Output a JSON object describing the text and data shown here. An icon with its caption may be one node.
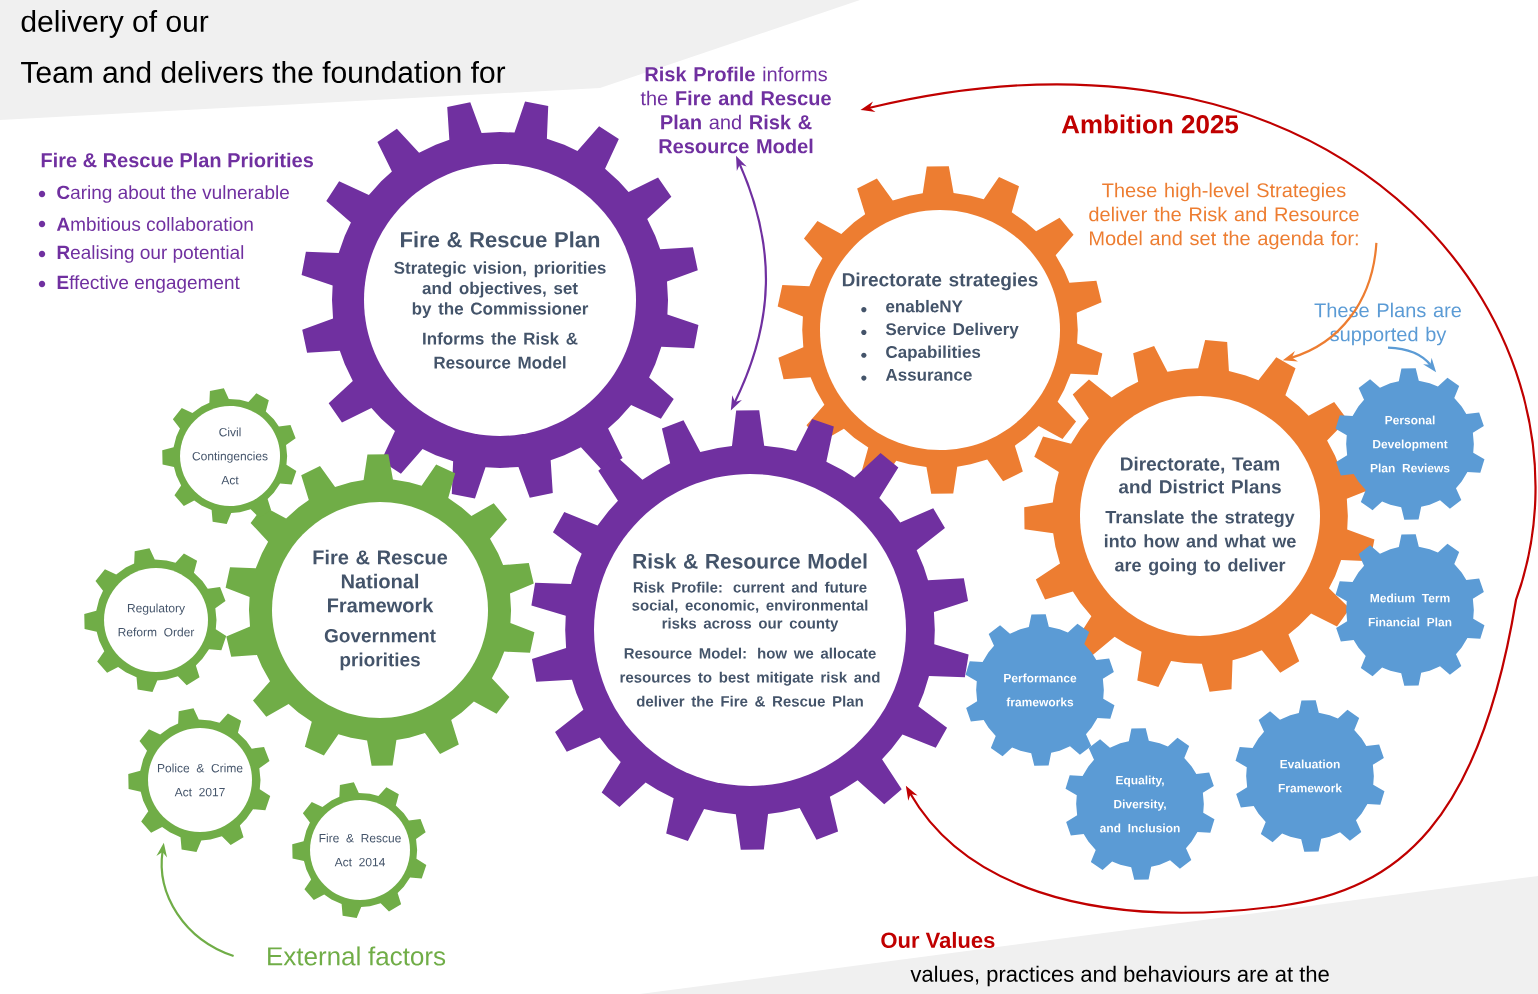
{
  "diagram": {
    "nodes": [
      {
        "text": [
          "Fire & Rescue Plan",
          "Strategic vision, priorities and objectives, set by the Commissioner",
          "Informs the Risk & Resource Model"
        ]
      },
      {
        "text": [
          "Directorate strategies",
          "enableNY",
          "Service Delivery",
          "Capabilities",
          "Assurance"
        ]
      },
      {
        "text": [
          "Risk & Resource Model",
          "**Risk Profile:** current and future social, economic, environmental risks across our county",
          "**Resource Model:** how we allocate resources to best mitigate risk and deliver the Fire & Rescue Plan"
        ]
      },
      {
        "text": [
          "Fire & Rescue National Framework",
          "Government priorities"
        ]
      },
      {
        "text": [
          "Civil Contingencies Act"
        ]
      },
      {
        "text": [
          "Regulatory Reform Order"
        ]
      },
      {
        "text": [
          "Police & Crime Act 2017"
        ]
      },
      {
        "text": [
          "Fire & Rescue Act 2014"
        ]
      },
      {
        "text": [
          "Directorate, Team and District Plans",
          "Translate the strategy into how and what we are going to deliver"
        ]
      },
      {
        "text": [
          "Personal Development Plan Reviews"
        ]
      },
      {
        "text": [
          "Medium Term Financial Plan"
        ]
      },
      {
        "text": [
          "Performance frameworks"
        ]
      },
      {
        "text": [
          "Equality, Diversity, and Inclusion"
        ]
      },
      {
        "text": [
          "Evaluation Framework"
        ]
      },
      {
        "text": [
          "These high-level Strategies deliver the Risk and Resource Model and set the agenda for:"
        ]
      },
      {
        "text": [
          "These Plans are supported by"
        ]
      },
      {
        "text": [
          "External factors"
        ]
      },
      {
        "text": [
          "**Risk Profile** informs the **Fire and Rescue Plan** and **Risk & Resource Model**"
        ]
      }
    ],
    "edges": [
      {
        "from": 17,
        "to": 2,
        "arrow": "both",
        "color": "#7030a0"
      },
      {
        "from": 17,
        "to": 2,
        "arrow": "both",
        "label": "Ambition 2025",
        "color": "#c00000"
      },
      {
        "from": 14,
        "to": 8,
        "arrow": "to",
        "color": "#ed7d31"
      },
      {
        "from": 15,
        "to": 9,
        "arrow": "to",
        "color": "#5b9bd5"
      },
      {
        "from": 16,
        "to": 6,
        "arrow": "to",
        "color": "#70ad47"
      }
    ],
    "labels": [
      "delivery of our",
      "Team and delivers the foundation for",
      "Fire & Rescue Plan Priorities",
      "**C**aring about the vulnerable",
      "**A**mbitious collaboration",
      "**R**ealising our potential",
      "**E**ffective engagement",
      "Our Values",
      "values, practices and behaviours are at the"
    ]
  }
}
